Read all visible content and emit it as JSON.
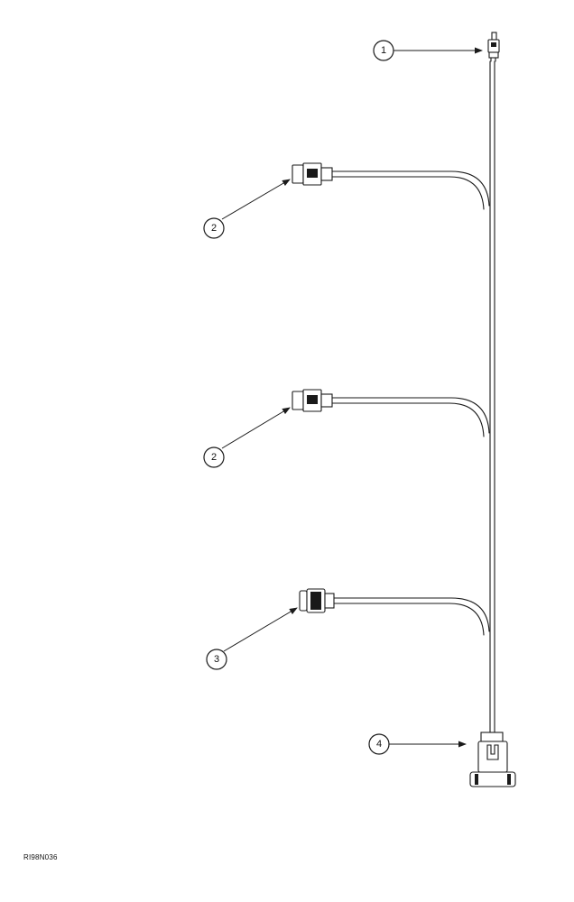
{
  "callouts": [
    {
      "id": "c1",
      "label": "1"
    },
    {
      "id": "c2a",
      "label": "2"
    },
    {
      "id": "c2b",
      "label": "2"
    },
    {
      "id": "c3",
      "label": "3"
    },
    {
      "id": "c4",
      "label": "4"
    }
  ],
  "figure_id": "RI98N036",
  "colors": {
    "line": "#1a1a1a",
    "background": "#ffffff"
  }
}
